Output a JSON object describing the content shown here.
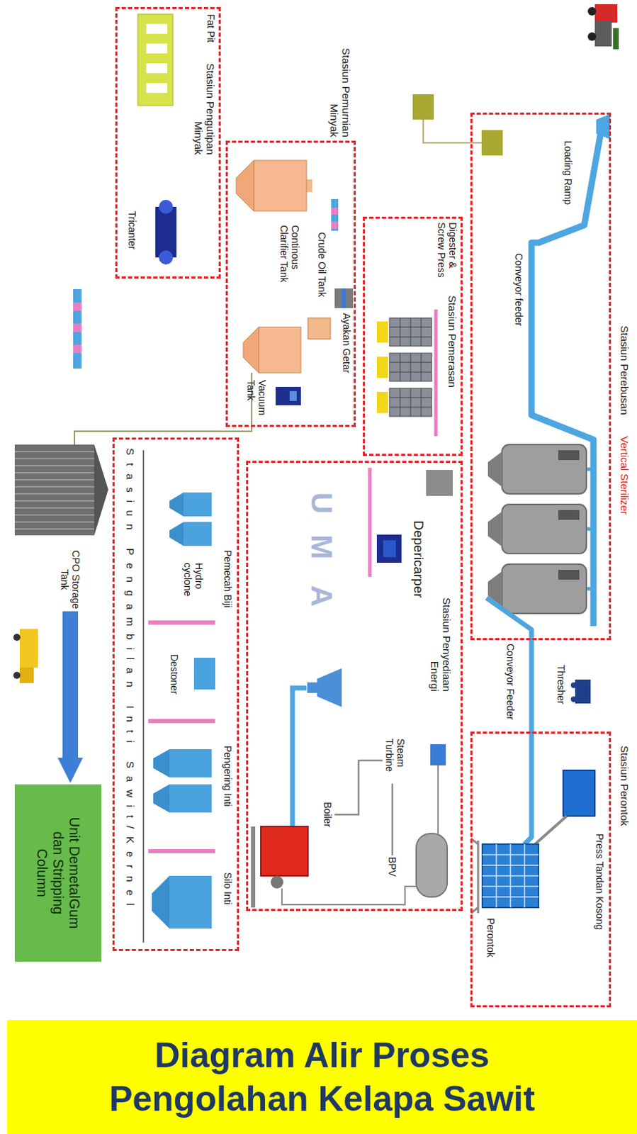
{
  "diagram": {
    "title": "Diagram Alir Proses Pengolahan Kelapa Sawit",
    "nodes": [
      {
        "text": [
          "Stasiun Perebusan"
        ]
      },
      {
        "text": [
          "Loading Ramp"
        ],
        "in": 0
      },
      {
        "text": [
          "Conveyor feeder"
        ],
        "in": 0
      },
      {
        "text": [
          "Vertical Sterilizer"
        ],
        "in": 0
      },
      {
        "text": [
          "Thresher"
        ]
      },
      {
        "text": [
          "Conveyor Feeder"
        ]
      },
      {
        "text": [
          "Stasiun Perontok"
        ]
      },
      {
        "text": [
          "Press Tandan Kosong"
        ],
        "in": 6
      },
      {
        "text": [
          "Perontok"
        ],
        "in": 6
      },
      {
        "text": [
          "Stasiun Pemerasan"
        ]
      },
      {
        "text": [
          "Digester & Screw Press"
        ],
        "in": 9
      },
      {
        "text": [
          "Stasiun Penyediaan Energi"
        ]
      },
      {
        "text": [
          "Depericarper"
        ],
        "in": 11
      },
      {
        "text": [
          "Steam Turbine"
        ],
        "in": 11
      },
      {
        "text": [
          "BPV"
        ],
        "in": 11
      },
      {
        "text": [
          "Boiler"
        ],
        "in": 11
      },
      {
        "text": [
          "Stasiun Pemurnian Minyak"
        ]
      },
      {
        "text": [
          "Ayakan Getar"
        ],
        "in": 16
      },
      {
        "text": [
          "Crude Oil Tank"
        ],
        "in": 16
      },
      {
        "text": [
          "Continous Clarifier Tank"
        ],
        "in": 16
      },
      {
        "text": [
          "Vacuum Tank"
        ],
        "in": 16
      },
      {
        "text": [
          "Stasiun Pengutipan Minyak"
        ]
      },
      {
        "text": [
          "Fat Pit"
        ],
        "in": 21
      },
      {
        "text": [
          "Tricanter"
        ],
        "in": 21
      },
      {
        "text": [
          "Stasiun Pengambilan Inti Sawit/Kernel"
        ]
      },
      {
        "text": [
          "Pemecah Biji"
        ],
        "in": 24
      },
      {
        "text": [
          "Hydro cyclone"
        ],
        "in": 24
      },
      {
        "text": [
          "Destoner"
        ],
        "in": 24
      },
      {
        "text": [
          "Pengering Inti"
        ],
        "in": 24
      },
      {
        "text": [
          "Silo Inti"
        ],
        "in": 24
      },
      {
        "text": [
          "CPO Storage Tank"
        ]
      },
      {
        "text": [
          "Unit DemetalGum dan Stripping Column"
        ]
      }
    ],
    "edges": [
      {
        "from": 30,
        "to": 31,
        "arrow": "to"
      },
      {
        "from": 13,
        "to": 14,
        "arrow": "none"
      },
      {
        "from": 15,
        "to": 13,
        "arrow": "none"
      }
    ],
    "labels": [
      "U",
      "M",
      "A"
    ]
  }
}
